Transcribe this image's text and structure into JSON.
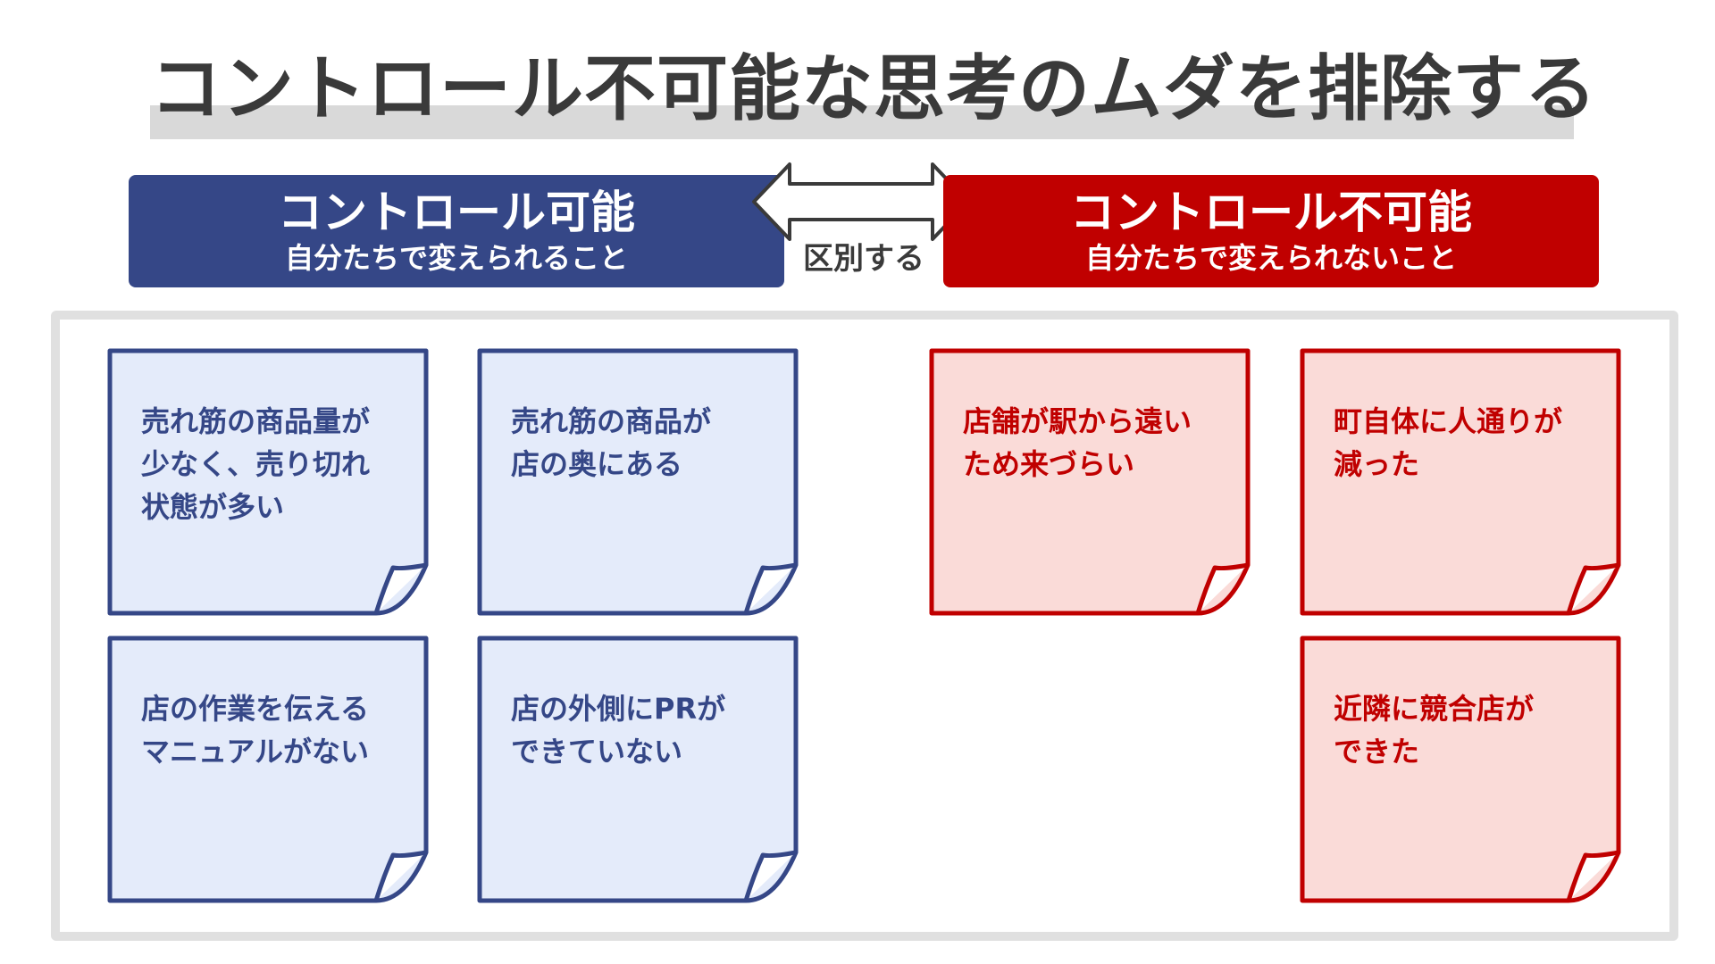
{
  "title": "コントロール不可能な思考のムダを排除する",
  "left_header": {
    "main": "コントロール可能",
    "sub": "自分たちで変えられること",
    "color": "#354787"
  },
  "right_header": {
    "main": "コントロール不可能",
    "sub": "自分たちで変えられないこと",
    "color": "#c00000"
  },
  "arrow": {
    "label": "区別する",
    "icon": "double-arrow-icon"
  },
  "notes_controllable": [
    {
      "text": "売れ筋の商品量が\n少なく、売り切れ\n状態が多い"
    },
    {
      "text": "売れ筋の商品が\n店の奥にある"
    },
    {
      "text": "店の作業を伝える\nマニュアルがない"
    },
    {
      "text": "店の外側にPRが\nできていない"
    }
  ],
  "notes_uncontrollable": [
    {
      "text": "店舗が駅から遠い\nため来づらい"
    },
    {
      "text": "町自体に人通りが\n減った"
    },
    {
      "text": "近隣に競合店が\nできた"
    }
  ],
  "colors": {
    "blue_fill": "#e4ebfa",
    "blue_stroke": "#354787",
    "red_fill": "#fadbd8",
    "red_stroke": "#c00000",
    "panel_border": "#e0e0e0",
    "title_underline": "#d9d9d9"
  }
}
